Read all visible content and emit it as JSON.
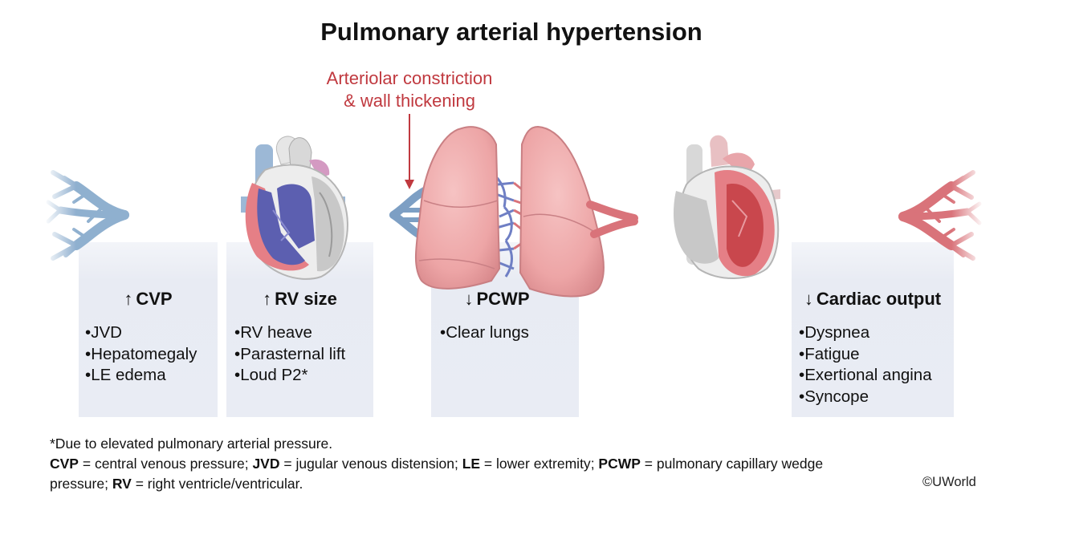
{
  "title": "Pulmonary arterial hypertension",
  "annotation": {
    "line1": "Arteriolar constriction",
    "line2": "& wall thickening"
  },
  "panels": {
    "cvp": {
      "arrow": "↑",
      "label": "CVP",
      "items": [
        "JVD",
        "Hepatomegaly",
        "LE edema"
      ]
    },
    "rv": {
      "arrow": "↑",
      "label": "RV size",
      "items": [
        "RV heave",
        "Parasternal lift",
        "Loud P2*"
      ]
    },
    "pcwp": {
      "arrow": "↓",
      "label": "PCWP",
      "items": [
        "Clear lungs"
      ]
    },
    "co": {
      "arrow": "↓",
      "label": "Cardiac output",
      "items": [
        "Dyspnea",
        "Fatigue",
        "Exertional angina",
        "Syncope"
      ]
    }
  },
  "footnote": {
    "asterisk_note": "*Due to elevated pulmonary arterial pressure.",
    "abbreviations": [
      {
        "abbr": "CVP",
        "def": "central venous pressure"
      },
      {
        "abbr": "JVD",
        "def": "jugular venous distension"
      },
      {
        "abbr": "LE",
        "def": "lower extremity"
      },
      {
        "abbr": "PCWP",
        "def": "pulmonary capillary wedge pressure"
      },
      {
        "abbr": "RV",
        "def": "right ventricle/ventricular"
      }
    ],
    "separator": " = ",
    "joiner": "; ",
    "end": "."
  },
  "copyright": "©UWorld",
  "colors": {
    "venous": "#8fb0cf",
    "arterial": "#d9737a",
    "lung": "#eda5a6",
    "annotation": "#c0393f",
    "panel": "#e9ecf4",
    "rv_blue": "#5c5fb0",
    "lv_red": "#c9474d"
  },
  "icons": [
    "systemic-veins-icon",
    "right-heart-icon",
    "lungs-icon",
    "left-heart-icon",
    "systemic-arteries-icon",
    "arrow-down-icon"
  ]
}
